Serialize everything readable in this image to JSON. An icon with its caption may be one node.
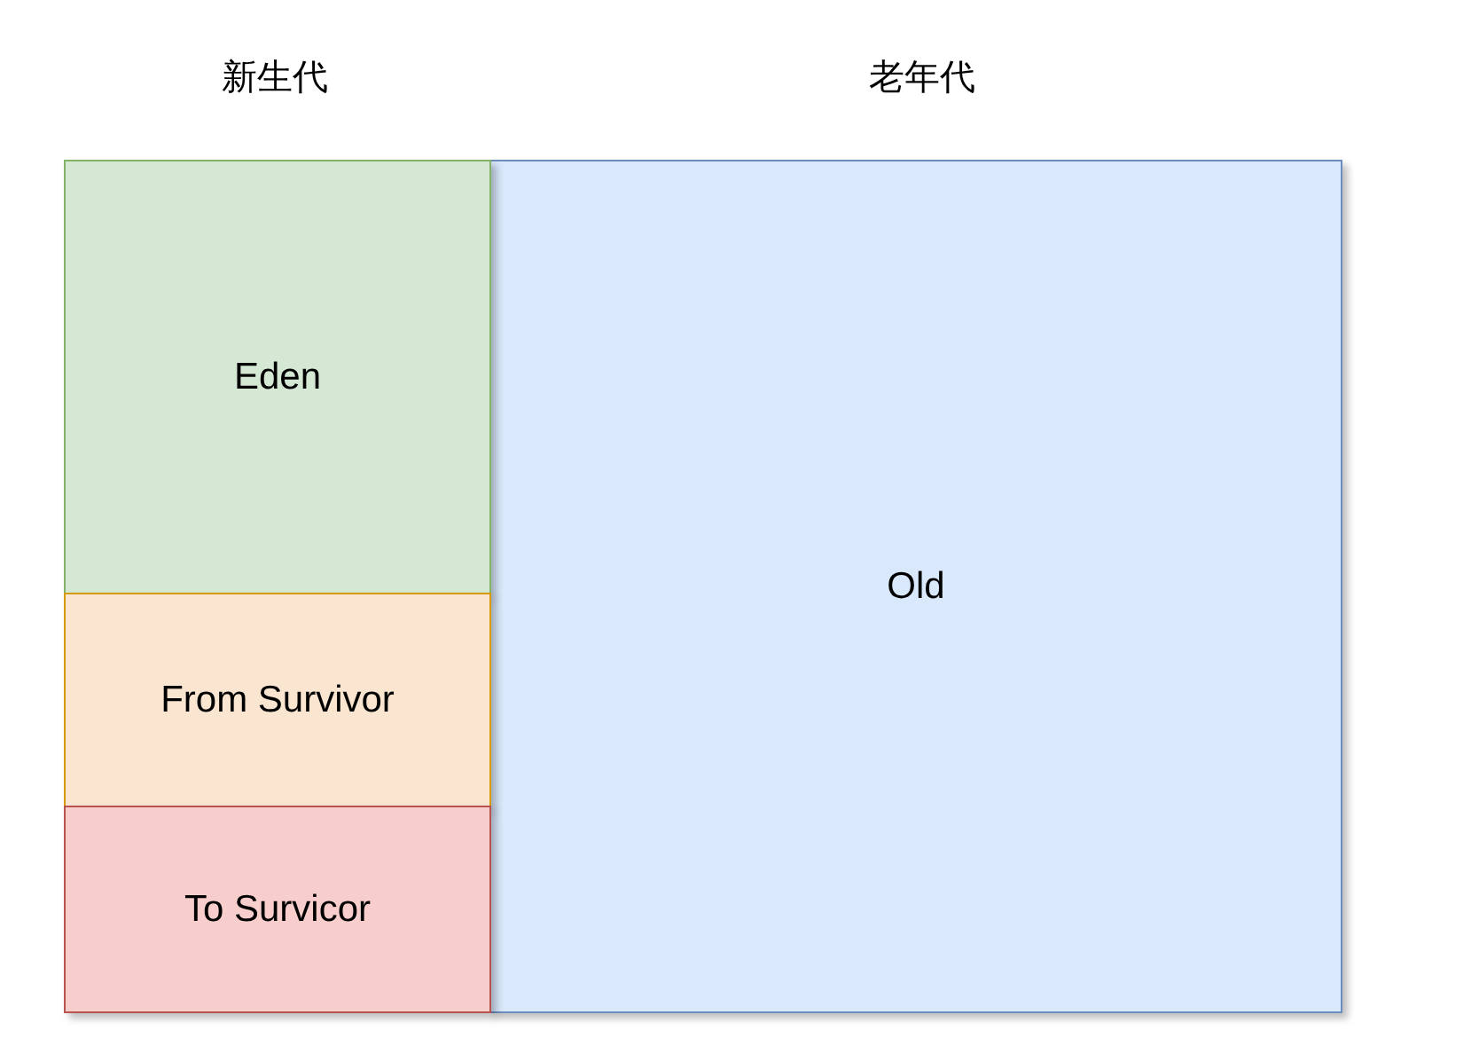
{
  "diagram": {
    "nodes": [
      {
        "text": [
          "Eden"
        ]
      },
      {
        "text": [
          "From Survivor"
        ]
      },
      {
        "text": [
          "To Survicor"
        ]
      },
      {
        "text": [
          "Old"
        ]
      }
    ],
    "labels": [
      "新生代",
      "老年代"
    ]
  }
}
